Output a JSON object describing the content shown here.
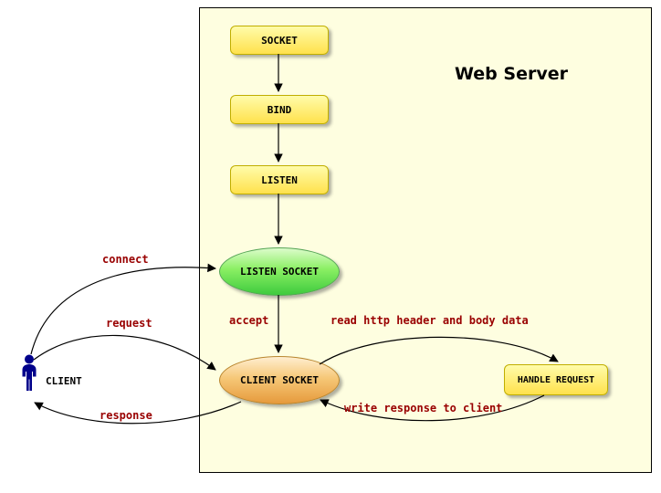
{
  "title": "Web Server",
  "nodes": {
    "socket": "SOCKET",
    "bind": "BIND",
    "listen": "LISTEN",
    "listen_socket": "LISTEN SOCKET",
    "client_socket": "CLIENT SOCKET",
    "handle_request": "HANDLE REQUEST"
  },
  "actor": "CLIENT",
  "edges": {
    "connect": "connect",
    "request": "request",
    "response": "response",
    "accept": "accept",
    "read_http": "read http header and body data",
    "write_response": "write response to client"
  },
  "colors": {
    "server_fill": "#fefee0",
    "server_border": "#000000",
    "process_fill_top": "#fffcaa",
    "process_fill_bottom": "#ffe14c",
    "process_border": "#c0ae00",
    "listen_socket_fill": "#3ecb3e",
    "client_socket_fill": "#e69a3c",
    "edge_label_color": "#990000",
    "actor_color": "#00008b",
    "arrow_color": "#000000"
  }
}
